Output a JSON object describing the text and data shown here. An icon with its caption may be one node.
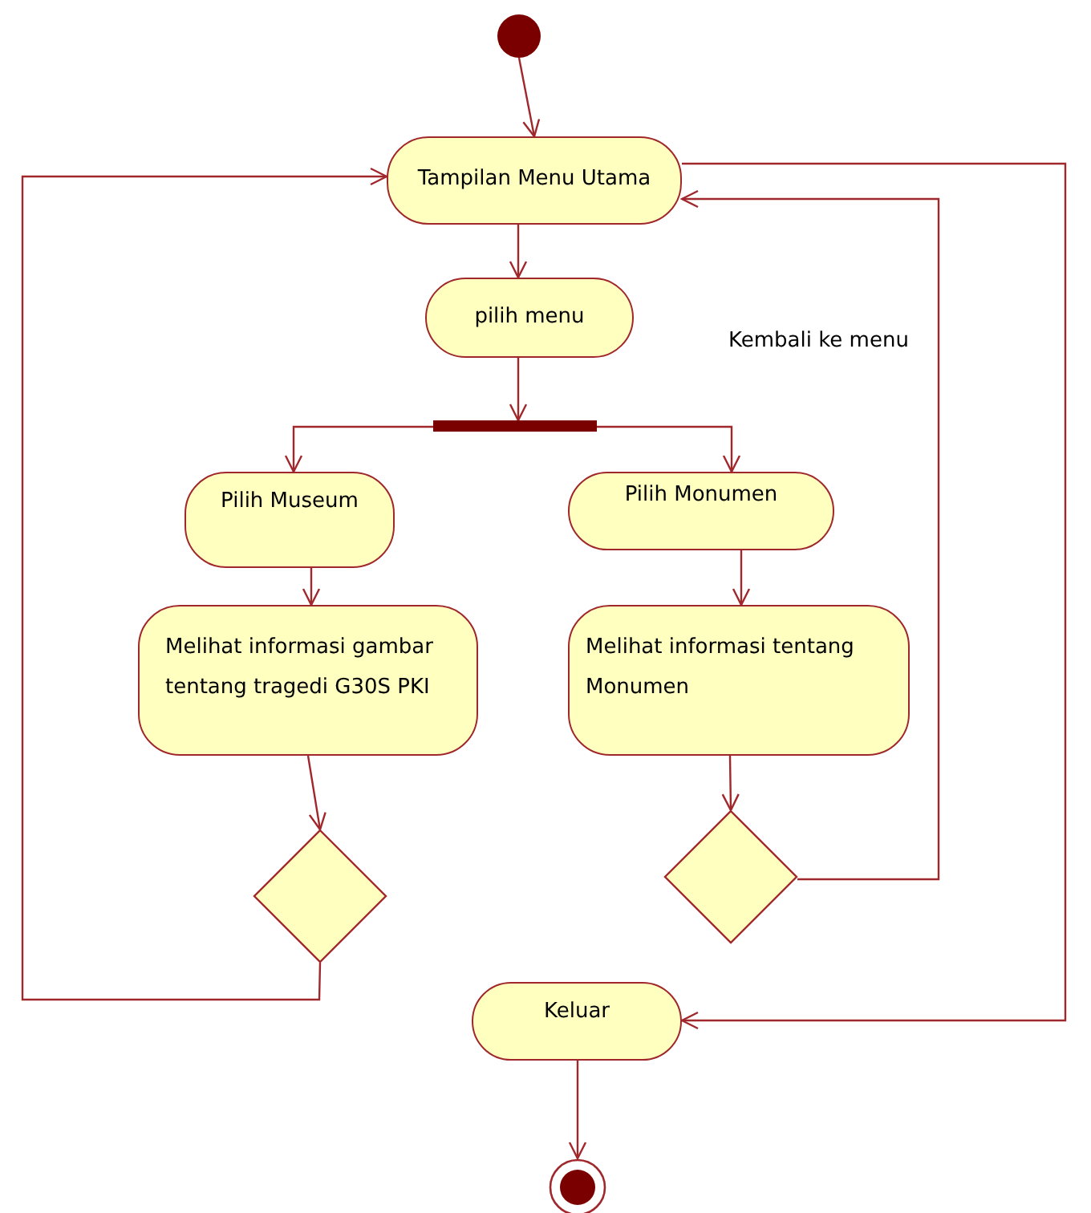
{
  "diagram": {
    "nodes": [
      {
        "text": [],
        "shape": "circle"
      },
      {
        "text": [
          "Tampilan Menu Utama"
        ]
      },
      {
        "text": [
          "pilih menu"
        ]
      },
      {
        "text": [],
        "shape": "bar"
      },
      {
        "text": [
          "Pilih Museum"
        ]
      },
      {
        "text": [
          "Pilih Monumen"
        ]
      },
      {
        "text": [
          "Melihat informasi gambar tentang tragedi G30S PKI"
        ]
      },
      {
        "text": [
          "Melihat informasi tentang Monumen"
        ]
      },
      {
        "text": [],
        "shape": "diamond"
      },
      {
        "text": [],
        "shape": "diamond"
      },
      {
        "text": [
          "Keluar"
        ]
      },
      {
        "text": [],
        "shape": "circle"
      }
    ],
    "edges": [
      {
        "from": 0,
        "to": 1,
        "arrow": "to"
      },
      {
        "from": 1,
        "to": 2,
        "arrow": "to"
      },
      {
        "from": 2,
        "to": 3,
        "arrow": "to"
      },
      {
        "from": 3,
        "to": 4,
        "arrow": "to"
      },
      {
        "from": 3,
        "to": 5,
        "arrow": "to"
      },
      {
        "from": 4,
        "to": 6,
        "arrow": "to"
      },
      {
        "from": 5,
        "to": 7,
        "arrow": "to"
      },
      {
        "from": 6,
        "to": 8,
        "arrow": "to"
      },
      {
        "from": 7,
        "to": 9,
        "arrow": "to"
      },
      {
        "from": 8,
        "to": 1,
        "arrow": "to"
      },
      {
        "from": 9,
        "to": 1,
        "arrow": "to",
        "label": "Kembali ke menu"
      },
      {
        "from": 1,
        "to": 10,
        "arrow": "to"
      },
      {
        "from": 10,
        "to": 11,
        "arrow": "to"
      }
    ]
  }
}
